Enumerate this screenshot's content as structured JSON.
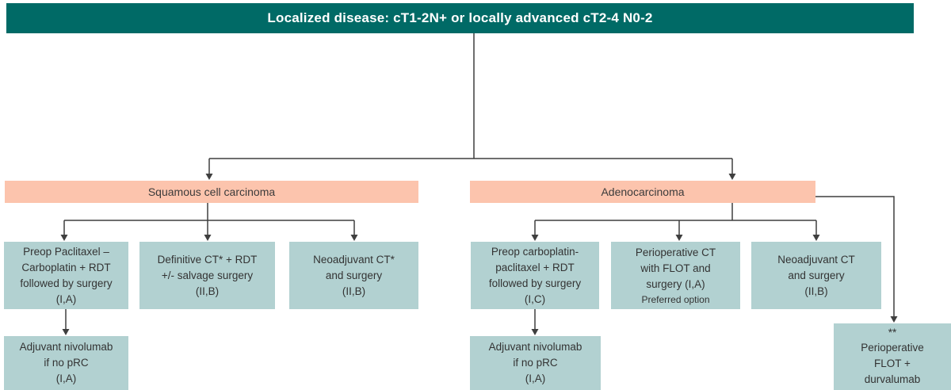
{
  "title": "Localized disease: cT1-2N+ or locally advanced cT2-4 N0-2",
  "branches": {
    "squamous": "Squamous cell carcinoma",
    "adenocarcinoma": "Adenocarcinoma"
  },
  "nodes": {
    "sq_preop": {
      "lines": [
        "Preop Paclitaxel –",
        "Carboplatin + RDT",
        "followed by surgery",
        "(I,A)"
      ]
    },
    "sq_definitive": {
      "lines": [
        "Definitive CT* + RDT",
        "+/- salvage surgery",
        "(II,B)"
      ]
    },
    "sq_neoadjuvant": {
      "lines": [
        "Neoadjuvant CT*",
        "and surgery",
        "(II,B)"
      ]
    },
    "ad_preop": {
      "lines": [
        "Preop carboplatin-",
        "paclitaxel + RDT",
        "followed by surgery",
        "(I,C)"
      ]
    },
    "ad_perioperative": {
      "lines": [
        "Perioperative CT",
        "with FLOT and",
        "surgery (I,A)"
      ],
      "note": "Preferred option"
    },
    "ad_neoadjuvant": {
      "lines": [
        "Neoadjuvant CT",
        "and surgery",
        "(II,B)"
      ]
    },
    "sq_adjuvant": {
      "lines": [
        "Adjuvant nivolumab",
        "if no pRC",
        "(I,A)"
      ]
    },
    "ad_adjuvant": {
      "lines": [
        "Adjuvant nivolumab",
        "if no pRC",
        "(I,A)"
      ]
    },
    "ad_flot_durvalumab": {
      "marker": "**",
      "lines": [
        "Perioperative",
        "FLOT +",
        "durvalumab"
      ]
    }
  },
  "colors": {
    "header_bg": "#006A66",
    "branch_bg": "#FCC4AD",
    "option_bg": "#B2D1D1",
    "line": "#3F3F3F",
    "text": "#333333"
  }
}
